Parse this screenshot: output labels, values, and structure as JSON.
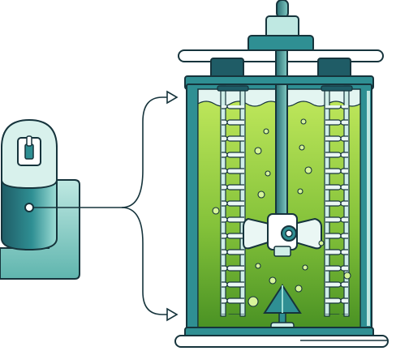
{
  "illustration": {
    "description_kind": "bioreactor-schematic",
    "components": [
      "motor-unit",
      "signal-splitter",
      "vessel",
      "liquid",
      "agitator-shaft",
      "impeller",
      "baffle-ladders",
      "sparger",
      "bubbles",
      "top-clamp-plate",
      "bottom-base-plate"
    ]
  },
  "colors": {
    "outline": "#16343c",
    "dark_teal": "#1f5c66",
    "mid_teal": "#2f8f93",
    "light_teal": "#bfe8e2",
    "pale_teal": "#e3f5f1",
    "liquid_light": "#a6dc43",
    "liquid_dark": "#4f9a26",
    "bubble": "#d7f59a",
    "white": "#ffffff"
  }
}
